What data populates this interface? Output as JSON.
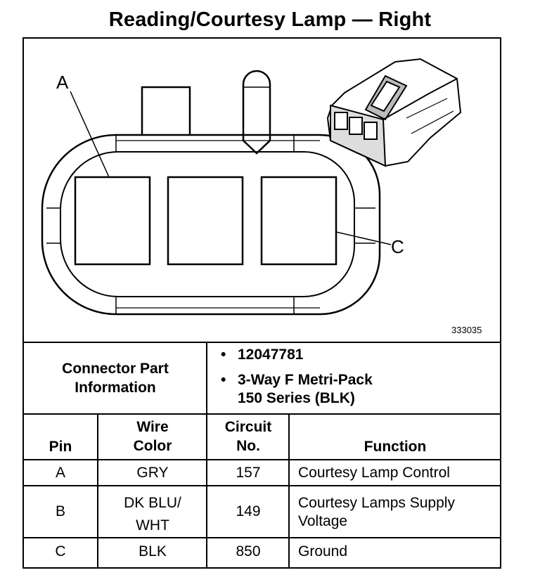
{
  "title": "Reading/Courtesy Lamp — Right",
  "figure_id": "333035",
  "callouts": {
    "a": "A",
    "c": "C"
  },
  "connector_info": {
    "label_line1": "Connector Part",
    "label_line2": "Information",
    "part_number": "12047781",
    "description_line1": "3-Way F Metri-Pack",
    "description_line2": "150 Series (BLK)"
  },
  "table": {
    "headers": {
      "pin": "Pin",
      "wire_color_line1": "Wire",
      "wire_color_line2": "Color",
      "circuit_line1": "Circuit",
      "circuit_line2": "No.",
      "function": "Function"
    },
    "rows": [
      {
        "pin": "A",
        "color_line1": "GRY",
        "color_line2": "",
        "circuit": "157",
        "function_line1": "Courtesy Lamp Control",
        "function_line2": ""
      },
      {
        "pin": "B",
        "color_line1": "DK BLU/",
        "color_line2": "WHT",
        "circuit": "149",
        "function_line1": "Courtesy Lamps Supply",
        "function_line2": "Voltage"
      },
      {
        "pin": "C",
        "color_line1": "BLK",
        "color_line2": "",
        "circuit": "850",
        "function_line1": "Ground",
        "function_line2": ""
      }
    ]
  }
}
